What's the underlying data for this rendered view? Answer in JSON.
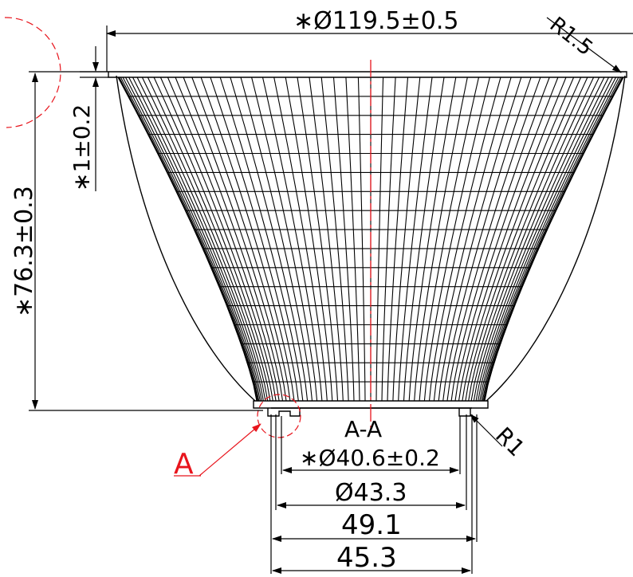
{
  "drawing": {
    "dimensions": {
      "top_diameter": "∗Ø119.5±0.5",
      "corner_radius_top": "R1.5",
      "flange_thickness": "∗1±0.2",
      "overall_height": "∗76.3±0.3",
      "section_label": "A-A",
      "inner_diameter": "∗Ø40.6±0.2",
      "diameter_43": "Ø43.3",
      "width_49": "49.1",
      "width_45": "45.3",
      "corner_radius_bottom": "R1"
    },
    "detail_label": "A",
    "colors": {
      "line": "#000000",
      "detail": "#e8141c"
    }
  }
}
